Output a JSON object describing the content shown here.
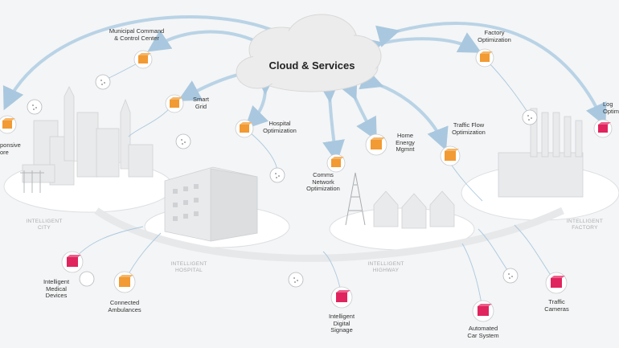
{
  "center": {
    "title": "Cloud & Services"
  },
  "labels": {
    "municipal": "Municipal Command\n& Control Center",
    "smart_grid": "Smart\nGrid",
    "hospital_opt": "Hospital\nOptimization",
    "factory_opt": "Factory\nOptimization",
    "home_energy": "Home\nEnergy\nMgmnt",
    "traffic_flow": "Traffic Flow\nOptimization",
    "comms": "Comms\nNetwork\nOptimization",
    "responsive_store": "ponsive\nore",
    "logistics": "Log\nOptim",
    "medical_devices": "Intelligent\nMedical\nDevices",
    "ambulances": "Connected\nAmbulances",
    "signage": "Intelligent\nDigital\nSignage",
    "car_system": "Automated\nCar System",
    "traffic_cameras": "Traffic\nCameras"
  },
  "zones": {
    "city": "INTELLIGENT\nCITY",
    "hospital": "INTELLIGENT\nHOSPITAL",
    "highway": "INTELLIGENT\nHIGHWAY",
    "factory": "INTELLIGENT\nFACTORY"
  },
  "colors": {
    "arrow": "#b9d3e6",
    "node_orange": "#f29a33",
    "node_magenta": "#e0245e",
    "platform": "#ffffff",
    "building": "#e9eaeb"
  },
  "icons": {
    "service_node": "orange-cube-icon",
    "device_node": "magenta-cube-icon",
    "sensor": "sensor-dots-icon"
  }
}
